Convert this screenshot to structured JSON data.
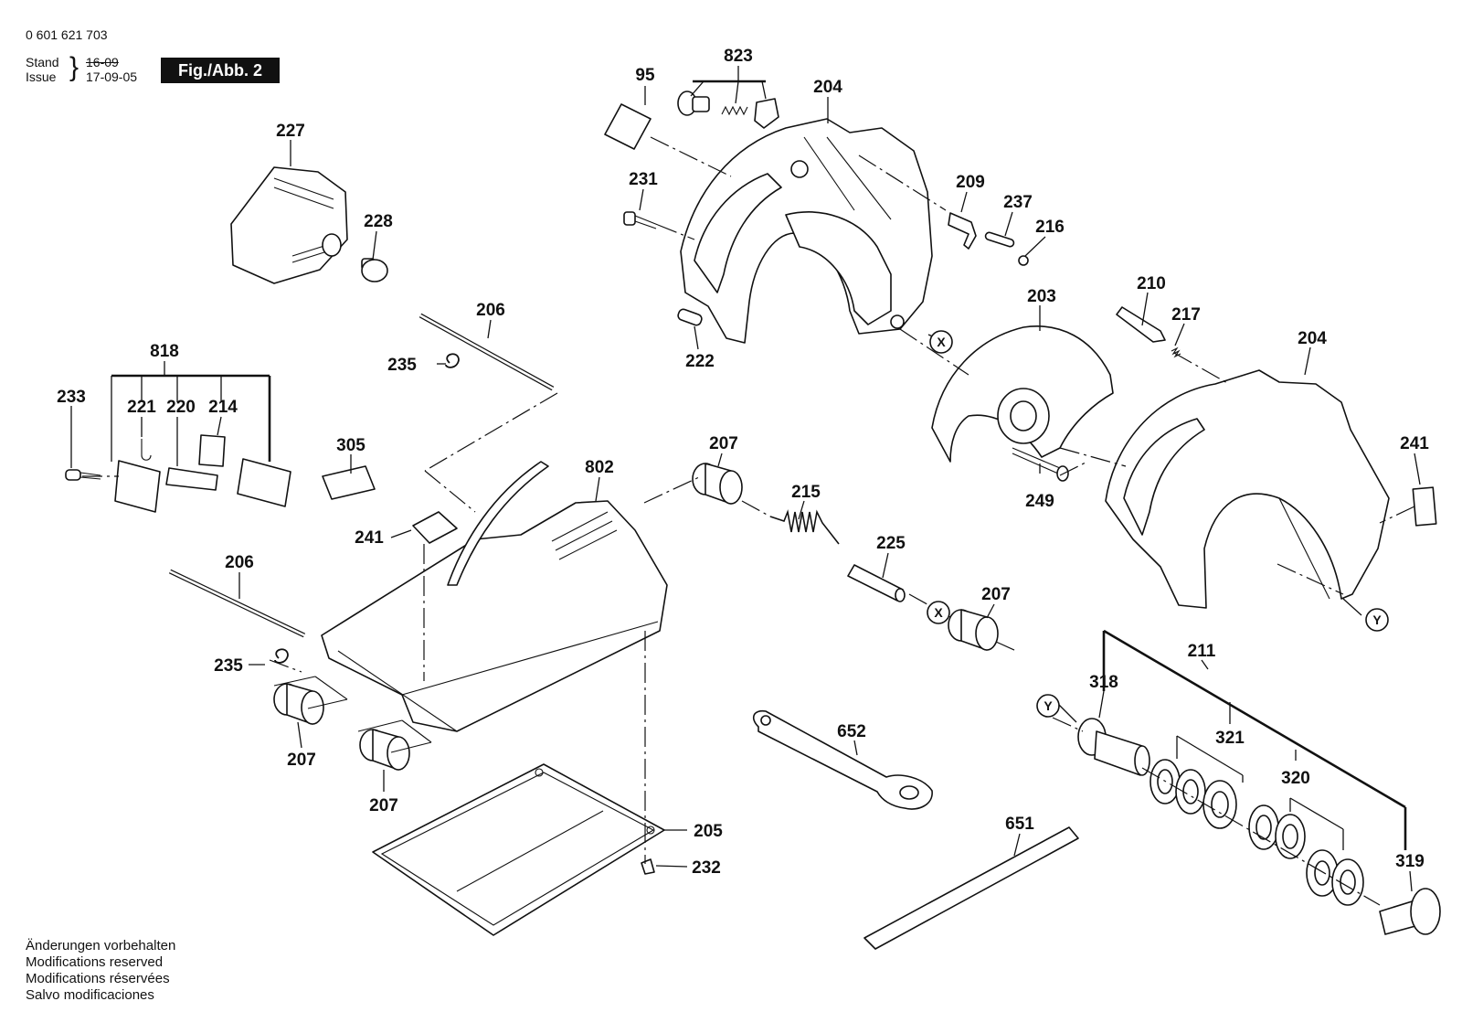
{
  "header": {
    "part_number": "0 601 621 703",
    "stand_label": "Stand",
    "issue_label": "Issue",
    "stand_value": "16-09",
    "issue_value": "17-09-05",
    "figure": "Fig./Abb. 2"
  },
  "notes": [
    "Änderungen vorbehalten",
    "Modifications reserved",
    "Modifications réservées",
    "Salvo modificaciones"
  ],
  "labels": {
    "l95": "95",
    "l823": "823",
    "l204a": "204",
    "l227": "227",
    "l228": "228",
    "l231": "231",
    "l209": "209",
    "l237": "237",
    "l216": "216",
    "l203": "203",
    "l210": "210",
    "l217": "217",
    "l204b": "204",
    "l206a": "206",
    "l235a": "235",
    "l222": "222",
    "l818": "818",
    "l233": "233",
    "l221": "221",
    "l220": "220",
    "l214": "214",
    "l305": "305",
    "l207a": "207",
    "l802": "802",
    "l215": "215",
    "l249": "249",
    "l241a": "241",
    "l241b": "241",
    "l206b": "206",
    "l225": "225",
    "l207b": "207",
    "l235b": "235",
    "l211": "211",
    "l318": "318",
    "l207c": "207",
    "l652": "652",
    "l321": "321",
    "l207d": "207",
    "l320": "320",
    "l205": "205",
    "l651": "651",
    "l232": "232",
    "l319": "319"
  },
  "refs": {
    "x1": "X",
    "x2": "X",
    "y1": "Y",
    "y2": "Y"
  }
}
